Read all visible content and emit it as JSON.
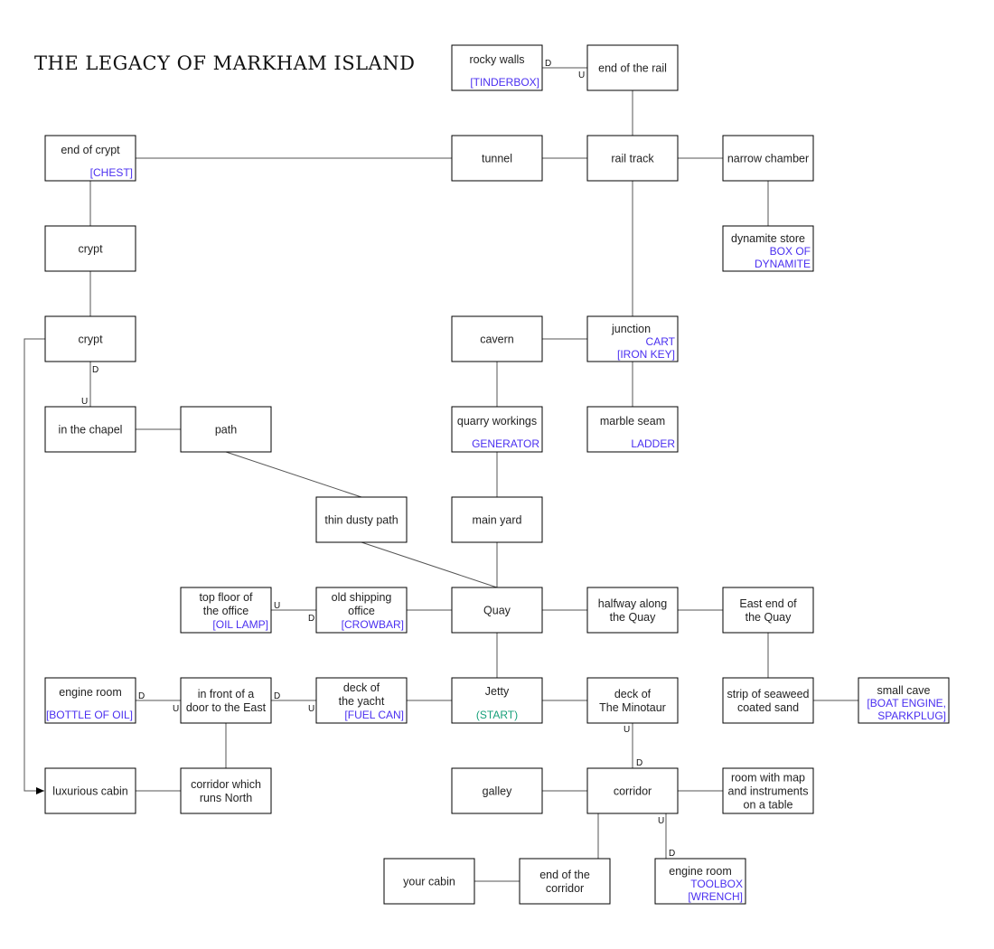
{
  "title": "THE LEGACY OF MARKHAM ISLAND",
  "colors": {
    "item": "#4a2ff0",
    "start": "#17a07a",
    "text": "#222222",
    "line": "#555555"
  },
  "rooms": [
    {
      "id": "rocky-walls",
      "name": [
        "rocky walls"
      ],
      "items": [
        "[TINDERBOX]"
      ]
    },
    {
      "id": "end-of-rail",
      "name": [
        "end of the rail"
      ],
      "items": []
    },
    {
      "id": "end-of-crypt",
      "name": [
        "end of crypt"
      ],
      "items": [
        "[CHEST]"
      ]
    },
    {
      "id": "tunnel",
      "name": [
        "tunnel"
      ],
      "items": []
    },
    {
      "id": "rail-track",
      "name": [
        "rail track"
      ],
      "items": []
    },
    {
      "id": "narrow-chamber",
      "name": [
        "narrow chamber"
      ],
      "items": []
    },
    {
      "id": "crypt-upper",
      "name": [
        "crypt"
      ],
      "items": []
    },
    {
      "id": "dynamite-store",
      "name": [
        "dynamite store"
      ],
      "items": [
        "BOX OF",
        "DYNAMITE"
      ]
    },
    {
      "id": "crypt-lower",
      "name": [
        "crypt"
      ],
      "items": []
    },
    {
      "id": "cavern",
      "name": [
        "cavern"
      ],
      "items": []
    },
    {
      "id": "junction",
      "name": [
        "junction"
      ],
      "items": [
        "CART",
        "[IRON KEY]"
      ]
    },
    {
      "id": "in-the-chapel",
      "name": [
        "in the chapel"
      ],
      "items": []
    },
    {
      "id": "path",
      "name": [
        "path"
      ],
      "items": []
    },
    {
      "id": "quarry-workings",
      "name": [
        "quarry workings"
      ],
      "items": [
        "GENERATOR"
      ]
    },
    {
      "id": "marble-seam",
      "name": [
        "marble seam"
      ],
      "items": [
        "LADDER"
      ]
    },
    {
      "id": "thin-dusty-path",
      "name": [
        "thin dusty path"
      ],
      "items": []
    },
    {
      "id": "main-yard",
      "name": [
        "main yard"
      ],
      "items": []
    },
    {
      "id": "top-floor-office",
      "name": [
        "top floor of",
        "the office"
      ],
      "items": [
        "[OIL LAMP]"
      ]
    },
    {
      "id": "old-shipping-office",
      "name": [
        "old shipping",
        "office"
      ],
      "items": [
        "[CROWBAR]"
      ]
    },
    {
      "id": "quay",
      "name": [
        "Quay"
      ],
      "items": []
    },
    {
      "id": "halfway-quay",
      "name": [
        "halfway along",
        "the Quay"
      ],
      "items": []
    },
    {
      "id": "east-end-quay",
      "name": [
        "East end of",
        "the Quay"
      ],
      "items": []
    },
    {
      "id": "engine-room-yacht",
      "name": [
        "engine room"
      ],
      "items": [
        "[BOTTLE OF OIL]"
      ]
    },
    {
      "id": "front-of-door",
      "name": [
        "in front of a",
        "door to the East"
      ],
      "items": []
    },
    {
      "id": "deck-of-yacht",
      "name": [
        "deck of",
        "the yacht"
      ],
      "items": [
        "[FUEL CAN]"
      ]
    },
    {
      "id": "jetty",
      "name": [
        "Jetty"
      ],
      "items": [],
      "status": "(START)"
    },
    {
      "id": "deck-minotaur",
      "name": [
        "deck of",
        "The Minotaur"
      ],
      "items": []
    },
    {
      "id": "strip-seaweed",
      "name": [
        "strip of seaweed",
        "coated sand"
      ],
      "items": []
    },
    {
      "id": "small-cave",
      "name": [
        "small cave"
      ],
      "items": [
        "[BOAT ENGINE,",
        "SPARKPLUG]"
      ]
    },
    {
      "id": "luxurious-cabin",
      "name": [
        "luxurious cabin"
      ],
      "items": []
    },
    {
      "id": "corridor-north",
      "name": [
        "corridor which",
        "runs North"
      ],
      "items": []
    },
    {
      "id": "galley",
      "name": [
        "galley"
      ],
      "items": []
    },
    {
      "id": "corridor",
      "name": [
        "corridor"
      ],
      "items": []
    },
    {
      "id": "map-room",
      "name": [
        "room with map",
        "and instruments",
        "on a table"
      ],
      "items": []
    },
    {
      "id": "your-cabin",
      "name": [
        "your cabin"
      ],
      "items": []
    },
    {
      "id": "end-of-corridor",
      "name": [
        "end of the",
        "corridor"
      ],
      "items": []
    },
    {
      "id": "engine-room-minotaur",
      "name": [
        "engine room"
      ],
      "items": [
        "TOOLBOX",
        "[WRENCH]"
      ]
    }
  ],
  "connections": [
    {
      "from": "rocky-walls",
      "to": "end-of-rail",
      "from_dir": "D",
      "to_dir": "U"
    },
    {
      "from": "end-of-rail",
      "to": "rail-track"
    },
    {
      "from": "end-of-crypt",
      "to": "tunnel"
    },
    {
      "from": "tunnel",
      "to": "rail-track"
    },
    {
      "from": "rail-track",
      "to": "narrow-chamber"
    },
    {
      "from": "narrow-chamber",
      "to": "dynamite-store"
    },
    {
      "from": "rail-track",
      "to": "junction"
    },
    {
      "from": "end-of-crypt",
      "to": "crypt-upper"
    },
    {
      "from": "crypt-upper",
      "to": "crypt-lower"
    },
    {
      "from": "crypt-lower",
      "to": "in-the-chapel",
      "from_dir": "D",
      "to_dir": "U"
    },
    {
      "from": "crypt-lower",
      "to": "luxurious-cabin",
      "arrow": true
    },
    {
      "from": "cavern",
      "to": "junction"
    },
    {
      "from": "junction",
      "to": "marble-seam"
    },
    {
      "from": "cavern",
      "to": "quarry-workings"
    },
    {
      "from": "in-the-chapel",
      "to": "path"
    },
    {
      "from": "path",
      "to": "thin-dusty-path"
    },
    {
      "from": "thin-dusty-path",
      "to": "quay"
    },
    {
      "from": "quarry-workings",
      "to": "main-yard"
    },
    {
      "from": "main-yard",
      "to": "quay"
    },
    {
      "from": "top-floor-office",
      "to": "old-shipping-office",
      "from_dir": "U",
      "to_dir": "D"
    },
    {
      "from": "old-shipping-office",
      "to": "quay"
    },
    {
      "from": "quay",
      "to": "halfway-quay"
    },
    {
      "from": "halfway-quay",
      "to": "east-end-quay"
    },
    {
      "from": "quay",
      "to": "jetty"
    },
    {
      "from": "east-end-quay",
      "to": "strip-seaweed"
    },
    {
      "from": "strip-seaweed",
      "to": "small-cave"
    },
    {
      "from": "engine-room-yacht",
      "to": "front-of-door",
      "from_dir": "D",
      "to_dir": "U"
    },
    {
      "from": "front-of-door",
      "to": "deck-of-yacht",
      "from_dir": "D",
      "to_dir": "U"
    },
    {
      "from": "deck-of-yacht",
      "to": "jetty"
    },
    {
      "from": "jetty",
      "to": "deck-minotaur"
    },
    {
      "from": "front-of-door",
      "to": "corridor-north"
    },
    {
      "from": "luxurious-cabin",
      "to": "corridor-north"
    },
    {
      "from": "deck-minotaur",
      "to": "corridor",
      "from_dir": "U",
      "to_dir": "D"
    },
    {
      "from": "galley",
      "to": "corridor"
    },
    {
      "from": "corridor",
      "to": "map-room"
    },
    {
      "from": "corridor",
      "to": "end-of-corridor"
    },
    {
      "from": "corridor",
      "to": "engine-room-minotaur",
      "from_dir": "U",
      "to_dir": "D"
    },
    {
      "from": "your-cabin",
      "to": "end-of-corridor"
    }
  ]
}
